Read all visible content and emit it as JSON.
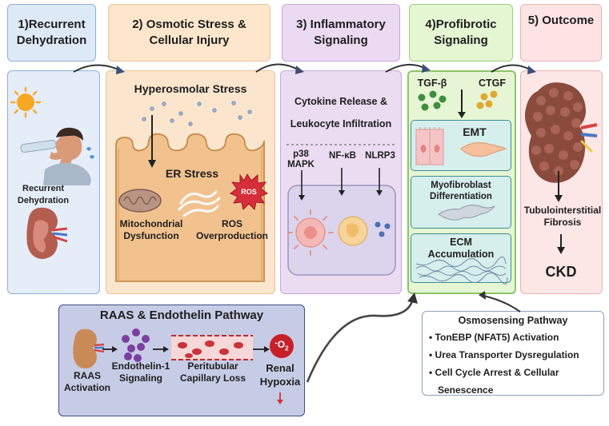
{
  "headers": {
    "stage1": [
      "1)Recurrent",
      "Dehydration"
    ],
    "stage2": [
      "2) Osmotic Stress &",
      "Cellular Injury"
    ],
    "stage3": [
      "3) Inflammatory",
      "Signaling"
    ],
    "stage4": [
      "4)Profibrotic",
      "Signaling"
    ],
    "stage5": "5) Outcome"
  },
  "panel1": {
    "label": [
      "Recurrent",
      "Dehydration"
    ]
  },
  "panel2": {
    "title": "Hyperosmolar Stress",
    "er_stress": "ER Stress",
    "mito": [
      "Mitochondrial",
      "Dysfunction"
    ],
    "ros_badge": "ROS",
    "ros": [
      "ROS",
      "Overproduction"
    ]
  },
  "panel3": {
    "line1": "Cytokine Release &",
    "line2": "Leukocyte Infiltration",
    "p38": [
      "p38",
      "MAPK"
    ],
    "nfkb": "NF-κB",
    "nlrp3": "NLRP3"
  },
  "panel4": {
    "tgf": "TGF-β",
    "ctgf": "CTGF",
    "emt": "EMT",
    "myo": [
      "Myofibroblast",
      "Differentiation"
    ],
    "ecm": [
      "ECM",
      "Accumulation"
    ]
  },
  "panel5": {
    "fibrosis": [
      "Tubulointerstitial",
      "Fibrosis"
    ],
    "ckd": "CKD"
  },
  "raas": {
    "title": "RAAS & Endothelin Pathway",
    "activation": [
      "RAAS",
      "Activation"
    ],
    "endothelin": [
      "Endothelin-1",
      "Signaling"
    ],
    "capillary": [
      "Peritubular",
      "Capillary Loss"
    ],
    "o2": "O",
    "o2_sub": "2",
    "o2_sign": "-",
    "hypoxia": [
      "Renal",
      "Hypoxia"
    ]
  },
  "osmo": {
    "title": "Osmosensing Pathway",
    "items": [
      "TonEBP (NFAT5) Activation",
      "Urea Transporter Dysregulation",
      "Cell Cycle Arrest & Cellular",
      "Senescence"
    ]
  },
  "colors": {
    "stage1": "#dde9f7",
    "stage2": "#fde6cc",
    "stage3": "#ecdaf2",
    "stage4": "#e4f6d2",
    "stage5": "#fde3e3",
    "raas_bg": "#c7cce6",
    "sub_teal": "#d6eeec",
    "kidney": "#a05a4c"
  }
}
